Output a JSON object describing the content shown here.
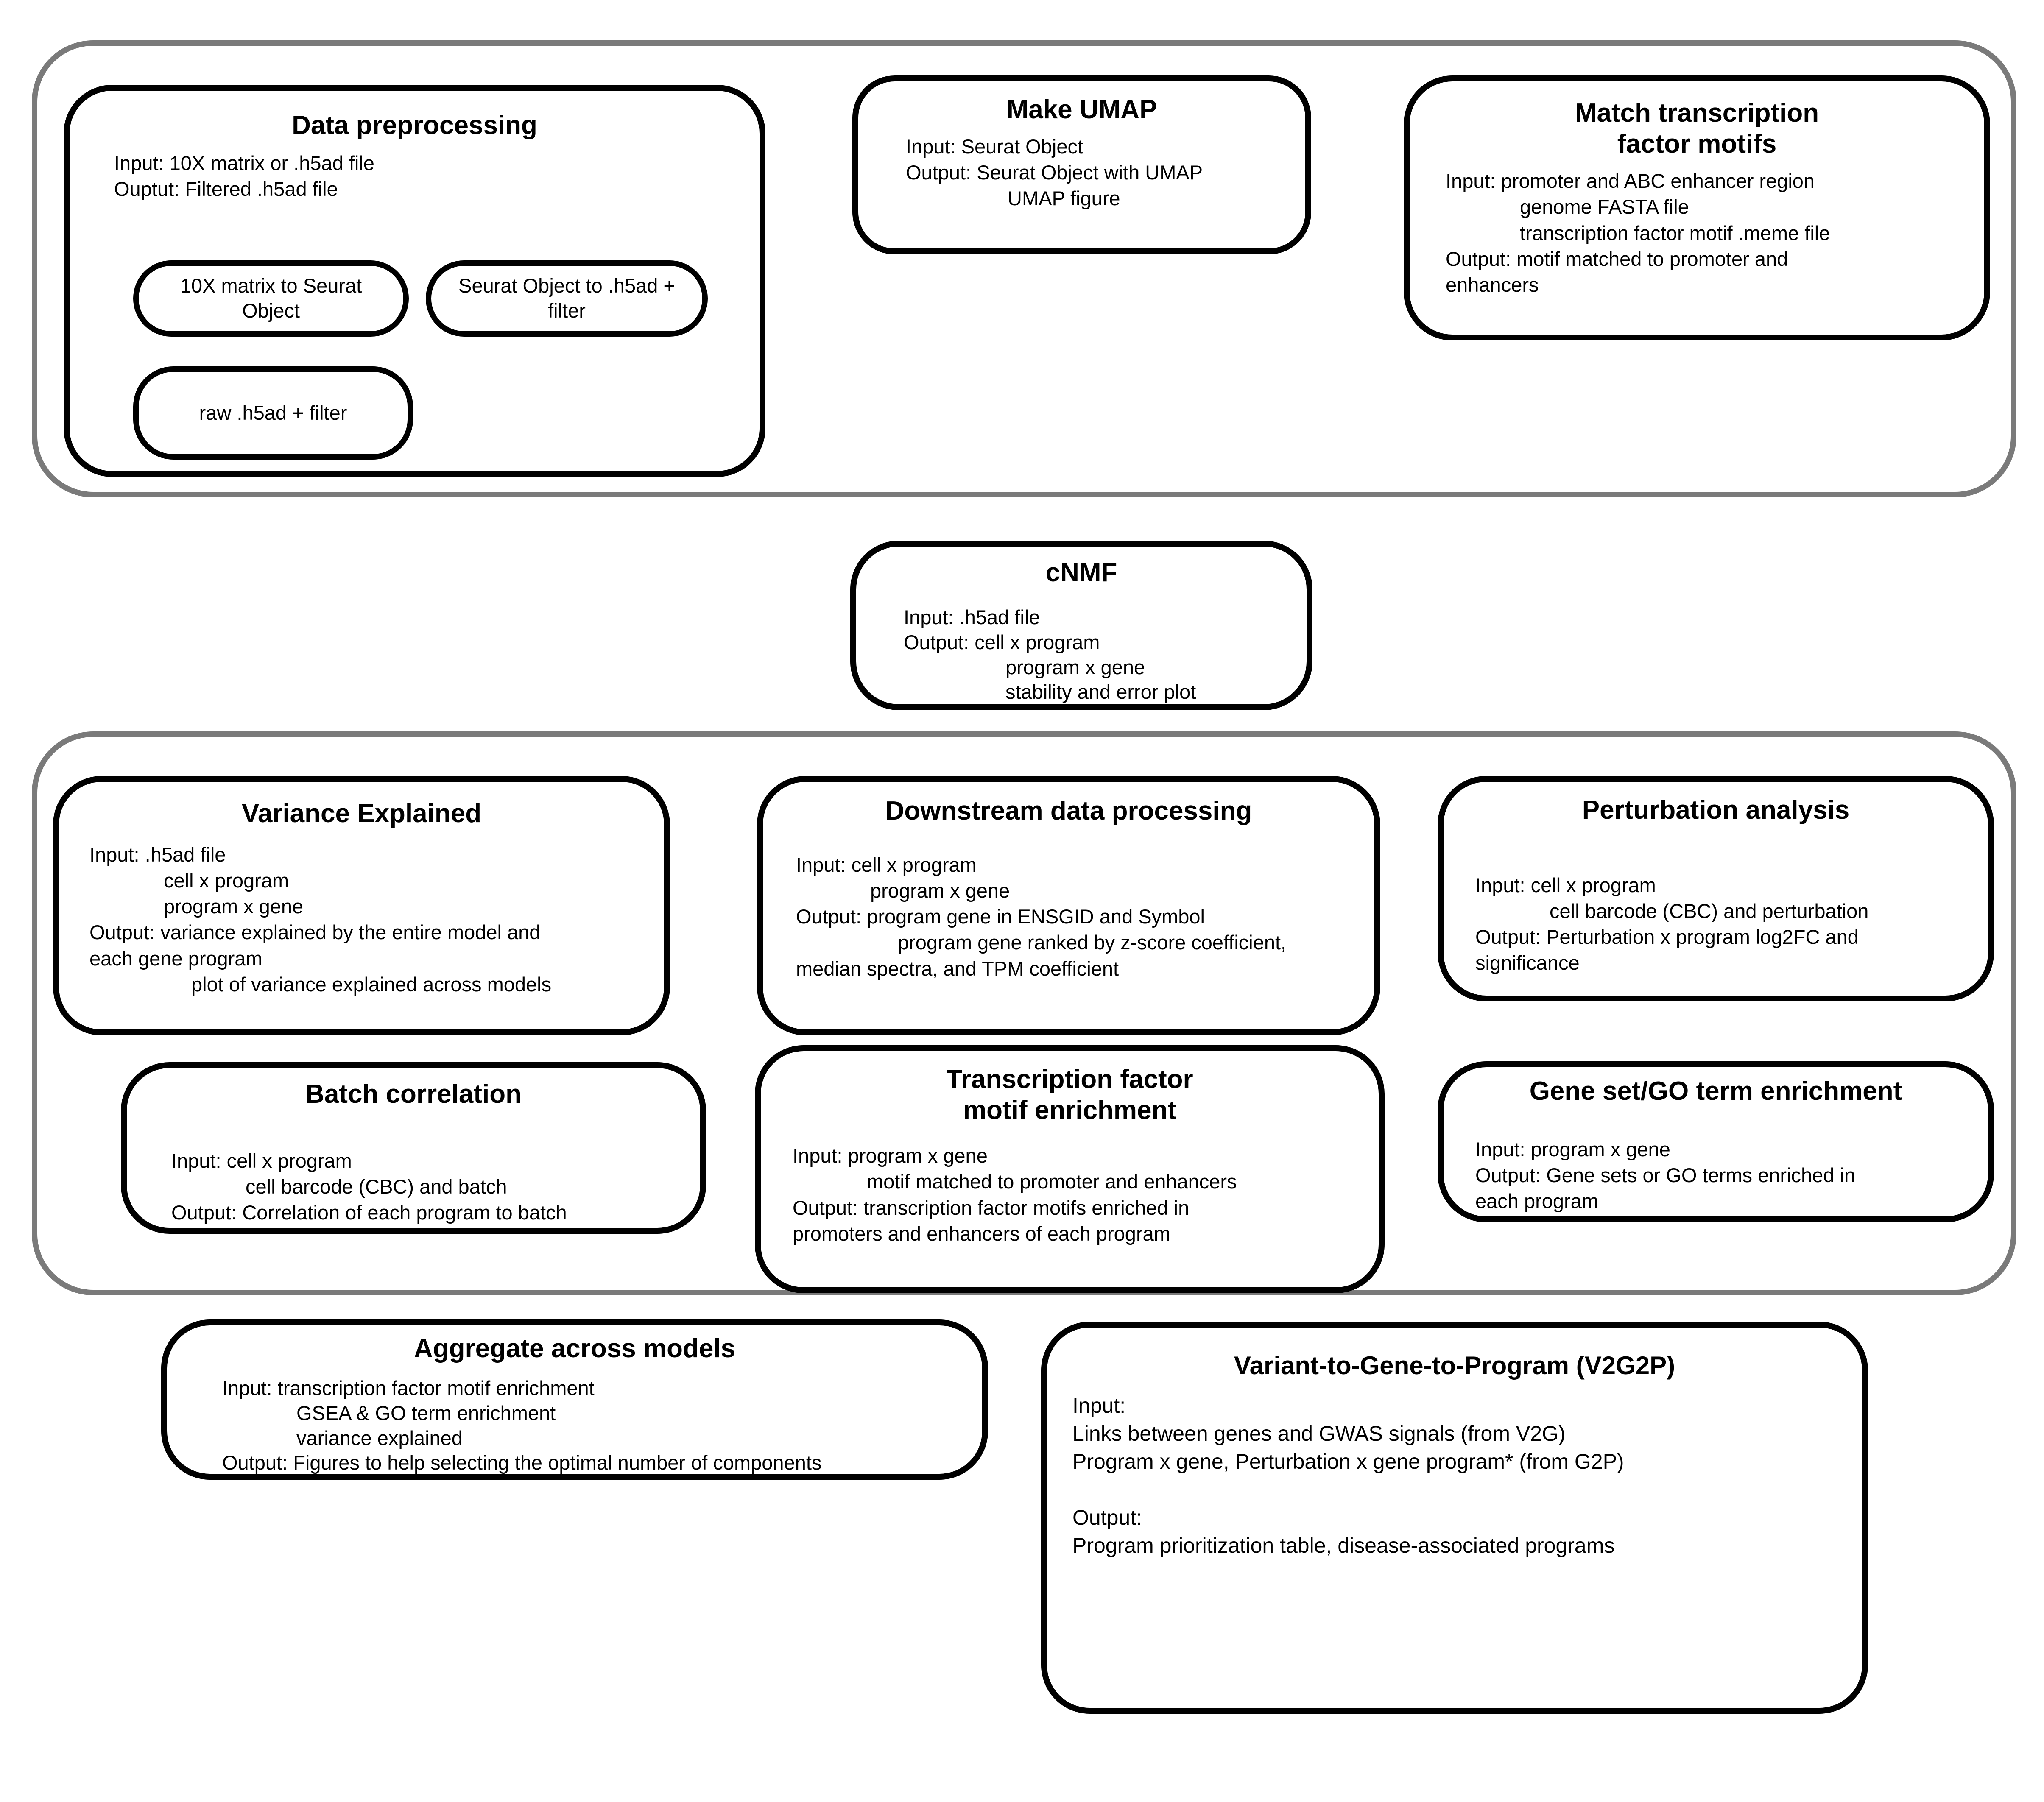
{
  "colors": {
    "background": "#ffffff",
    "box_border": "#000000",
    "group_border": "#7a7a7a",
    "text": "#000000"
  },
  "boxes": {
    "data_preprocessing": {
      "title_lines": [
        "Data preprocessing"
      ],
      "lines": [
        "Input: 10X matrix or .h5ad file",
        "Ouptut: Filtered .h5ad file"
      ],
      "pills": [
        "10X matrix to Seurat Object",
        "Seurat Object to .h5ad + filter",
        "raw .h5ad + filter"
      ]
    },
    "make_umap": {
      "title_lines": [
        "Make UMAP"
      ],
      "lines": [
        "Input: Seurat Object",
        "Output: Seurat Object with UMAP",
        "UMAP figure"
      ]
    },
    "match_tf_motifs": {
      "title_lines": [
        "Match transcription",
        "factor motifs"
      ],
      "lines": [
        "Input: promoter and ABC enhancer region",
        "genome FASTA file",
        "transcription factor motif .meme file",
        "Output: motif matched to promoter and",
        "enhancers"
      ]
    },
    "cnmf": {
      "title_lines": [
        "cNMF"
      ],
      "lines": [
        "Input: .h5ad file",
        "Output: cell x program",
        "program x gene",
        "stability and error plot"
      ]
    },
    "variance_explained": {
      "title_lines": [
        "Variance Explained"
      ],
      "lines": [
        "Input: .h5ad file",
        "cell x program",
        "program x gene",
        "Output: variance explained by the entire model and",
        "each gene program",
        "plot of variance explained across models"
      ]
    },
    "downstream_processing": {
      "title_lines": [
        "Downstream data processing"
      ],
      "lines": [
        "Input: cell x program",
        "program x gene",
        "Output: program gene in ENSGID and Symbol",
        "program gene ranked by z-score coefficient,",
        "median spectra, and TPM coefficient"
      ]
    },
    "perturbation_analysis": {
      "title_lines": [
        "Perturbation analysis"
      ],
      "lines": [
        "Input: cell x program",
        "cell barcode (CBC) and perturbation",
        "Output: Perturbation x program log2FC and",
        "significance"
      ]
    },
    "batch_correlation": {
      "title_lines": [
        "Batch correlation"
      ],
      "lines": [
        "Input: cell x program",
        "cell barcode (CBC) and batch",
        "Output: Correlation of each program to batch"
      ]
    },
    "tf_motif_enrichment": {
      "title_lines": [
        "Transcription factor",
        "motif enrichment"
      ],
      "lines": [
        "Input: program x gene",
        "motif matched to promoter and enhancers",
        "Output: transcription factor motifs enriched in",
        "promoters and enhancers of each program"
      ]
    },
    "gene_set_go_enrichment": {
      "title_lines": [
        "Gene set/GO term enrichment"
      ],
      "lines": [
        "Input: program x gene",
        "Output: Gene sets or GO terms enriched in",
        "each program"
      ]
    },
    "aggregate_across_models": {
      "title_lines": [
        "Aggregate across models"
      ],
      "lines": [
        "Input: transcription factor motif enrichment",
        "GSEA & GO term enrichment",
        "variance explained",
        "Output: Figures to help selecting the optimal number of components"
      ]
    },
    "v2g2p": {
      "title_lines": [
        "Variant-to-Gene-to-Program (V2G2P)"
      ],
      "lines": [
        "Input:",
        "Links between genes and GWAS signals (from V2G)",
        "Program x gene, Perturbation x gene program* (from G2P)",
        "Output:",
        "Program prioritization table, disease-associated programs"
      ]
    }
  }
}
